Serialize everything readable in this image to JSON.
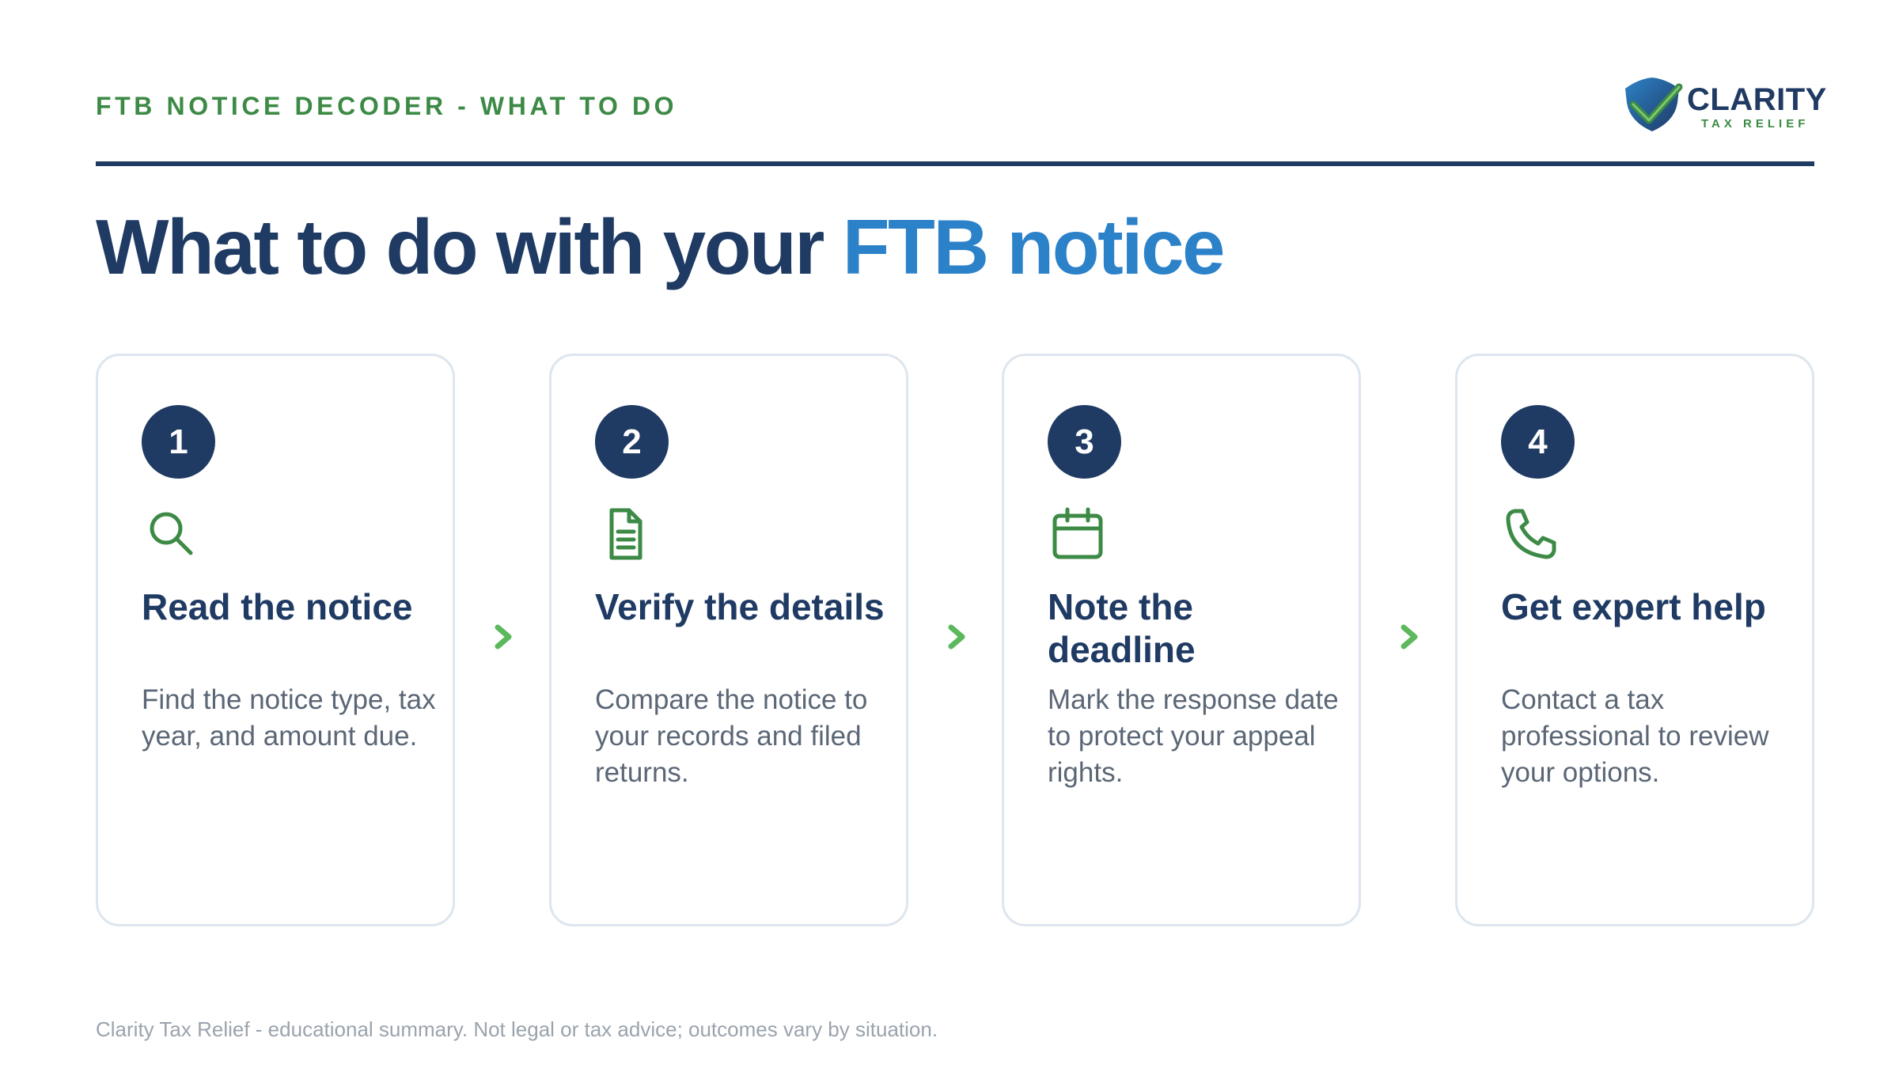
{
  "header": {
    "eyebrow": "FTB NOTICE DECODER - WHAT TO DO",
    "logo": {
      "name": "CLARITY",
      "sub": "TAX RELIEF"
    }
  },
  "headline": {
    "main": "What to do with your ",
    "accent": "FTB notice"
  },
  "steps": [
    {
      "number": "1",
      "icon": "search-icon",
      "title": "Read the notice",
      "text": "Find the notice type, tax year, and amount due."
    },
    {
      "number": "2",
      "icon": "document-icon",
      "title": "Verify the details",
      "text": "Compare the notice to your records and filed returns."
    },
    {
      "number": "3",
      "icon": "calendar-icon",
      "title": "Note the deadline",
      "text": "Mark the response date to protect your appeal rights."
    },
    {
      "number": "4",
      "icon": "phone-icon",
      "title": "Get expert help",
      "text": "Contact a tax professional to review your options."
    }
  ],
  "footer": {
    "disclaimer": "Clarity Tax Relief - educational summary. Not legal or tax advice; outcomes vary by situation."
  },
  "colors": {
    "navy": "#1f3a63",
    "accent_blue": "#2c82c9",
    "green": "#3c8a45",
    "chevron_green": "#5cb85c",
    "muted_text": "#5b6776",
    "card_border": "#dde6ee"
  }
}
